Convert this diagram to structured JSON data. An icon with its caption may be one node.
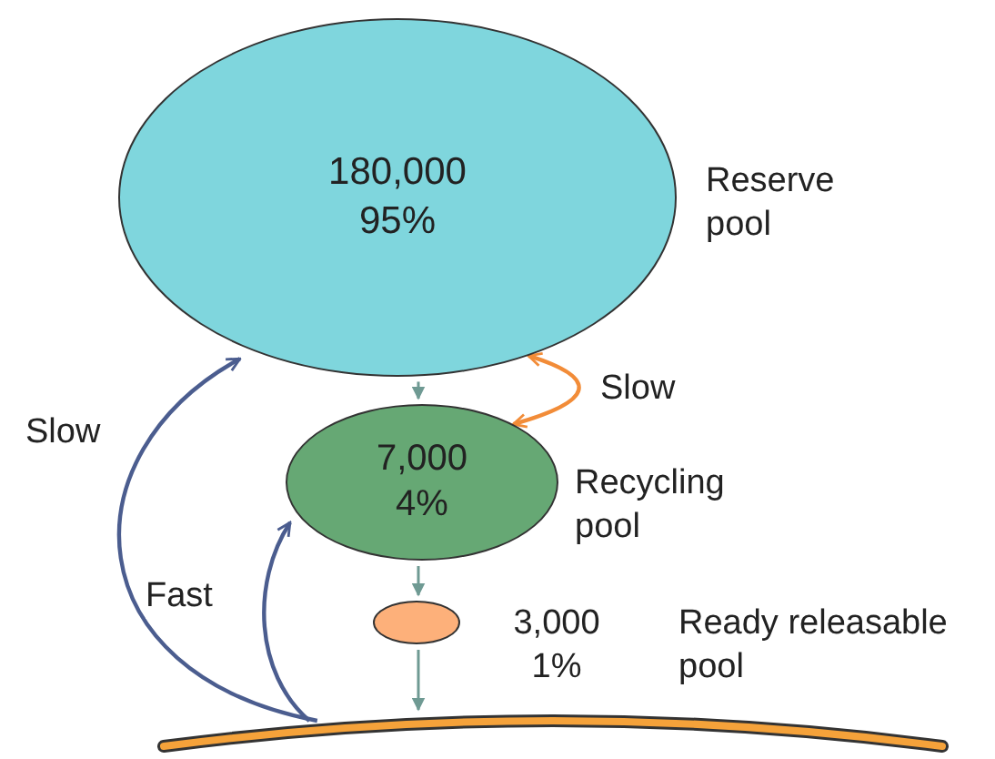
{
  "diagram": {
    "nodes": [
      {
        "text": [
          "180,000 95%"
        ],
        "beside": [
          "Reserve pool"
        ]
      },
      {
        "text": [
          "7,000 4%"
        ],
        "beside": [
          "Recycling pool"
        ]
      },
      {
        "text": [],
        "shape": "circle",
        "beside": [
          "3,000 1%"
        ]
      },
      {
        "text": [],
        "shape": "bar"
      }
    ],
    "edges": [
      {
        "from": 0,
        "to": 1,
        "arrow": "to"
      },
      {
        "from": 1,
        "to": 2,
        "arrow": "to"
      },
      {
        "from": 2,
        "to": 3,
        "arrow": "to"
      },
      {
        "from": 0,
        "to": 1,
        "arrow": "both",
        "label": "Slow",
        "color": "#f28c38"
      },
      {
        "from": 3,
        "to": 0,
        "arrow": "to",
        "label": "Slow",
        "color": "#4b5d8f"
      },
      {
        "from": 3,
        "to": 1,
        "arrow": "to",
        "label": "Fast",
        "color": "#4b5d8f"
      }
    ],
    "labels": [
      "Ready releasable pool"
    ]
  }
}
